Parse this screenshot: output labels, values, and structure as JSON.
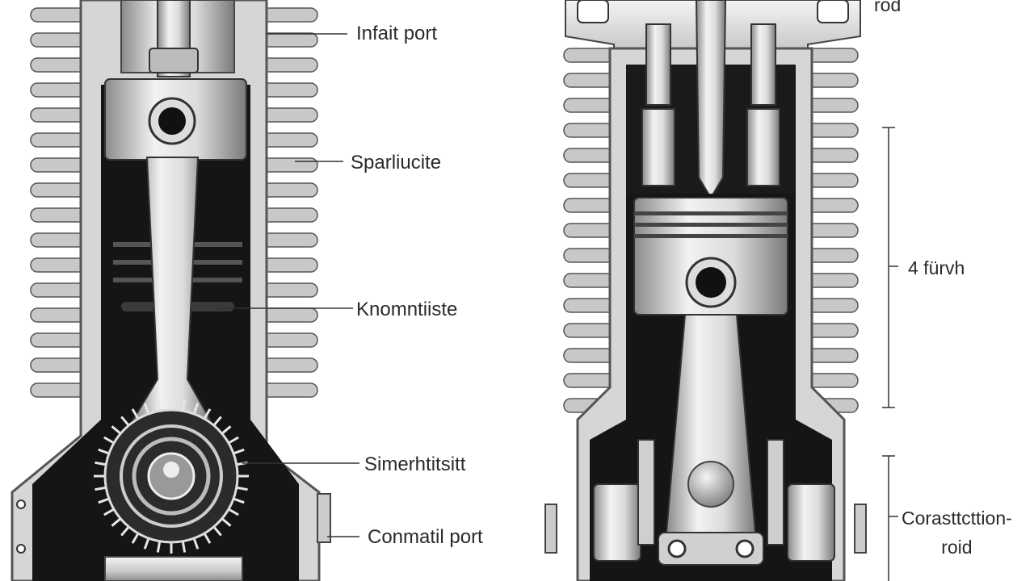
{
  "colors": {
    "background": "#ffffff",
    "metal_light": "#e8e8e8",
    "metal_mid": "#b5b5b5",
    "metal_dark": "#6f6f6f",
    "cavity": "#151515",
    "text": "#2a2a2a"
  },
  "left_engine": {
    "labels": {
      "intake_port": "Infait port",
      "spark": "Sparliucite",
      "middle": "Knomntiiste",
      "crank": "Simerhtitsitt",
      "exhaust": "Conmatil port"
    }
  },
  "right_engine": {
    "labels": {
      "top": "rod",
      "stroke": "4 fürvh",
      "connecting_rod_line1": "Corasttcttion-",
      "connecting_rod_line2": "roid"
    }
  }
}
